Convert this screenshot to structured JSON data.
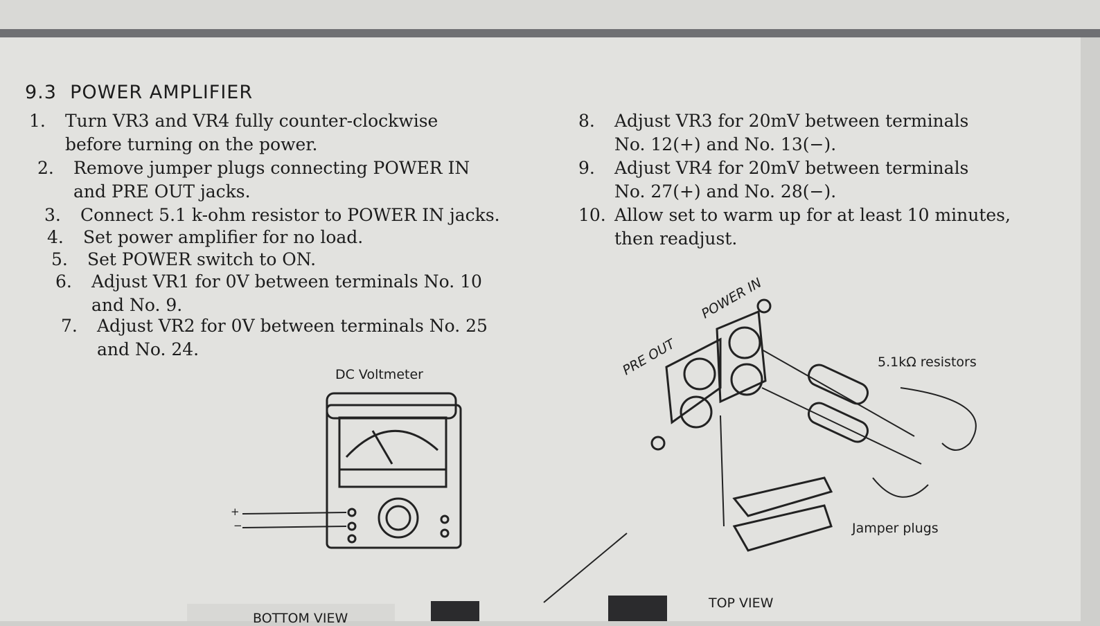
{
  "section": {
    "number": "9.3",
    "title": "POWER AMPLIFIER"
  },
  "steps_left": [
    {
      "n": "1.",
      "lines": [
        "Turn  VR3  and  VR4  fully  counter-clockwise",
        "before turning on the power."
      ]
    },
    {
      "n": "2.",
      "lines": [
        "Remove  jumper  plugs  connecting  POWER  IN",
        "and PRE OUT jacks."
      ]
    },
    {
      "n": "3.",
      "lines": [
        "Connect 5.1 k-ohm resistor to POWER IN jacks."
      ]
    },
    {
      "n": "4.",
      "lines": [
        "Set power amplifier for no load."
      ]
    },
    {
      "n": "5.",
      "lines": [
        "Set POWER switch to ON."
      ]
    },
    {
      "n": "6.",
      "lines": [
        "Adjust  VR1  for  0V  between  terminals  No. 10",
        "and No. 9."
      ]
    },
    {
      "n": "7.",
      "lines": [
        "Adjust  VR2  for  0V  between  terminals  No. 25",
        "and No. 24."
      ]
    }
  ],
  "steps_right": [
    {
      "n": "8.",
      "lines": [
        "Adjust   VR3   for   20mV   between   terminals",
        "No. 12(+) and No. 13(−)."
      ]
    },
    {
      "n": "9.",
      "lines": [
        "Adjust   VR4   for   20mV   between   terminals",
        "No. 27(+) and No. 28(−)."
      ]
    },
    {
      "n": "10.",
      "lines": [
        "Allow  set  to  warm  up  for  at  least  10  minutes,",
        "then readjust."
      ]
    }
  ],
  "figure_labels": {
    "voltmeter": "DC Voltmeter",
    "plus": "+",
    "minus": "−",
    "pre_out": "PRE OUT",
    "power_in": "POWER IN",
    "resistors": "5.1kΩ resistors",
    "jumper": "Jamper plugs",
    "top_view": "TOP VIEW",
    "bottom_view": "BOTTOM VIEW"
  }
}
